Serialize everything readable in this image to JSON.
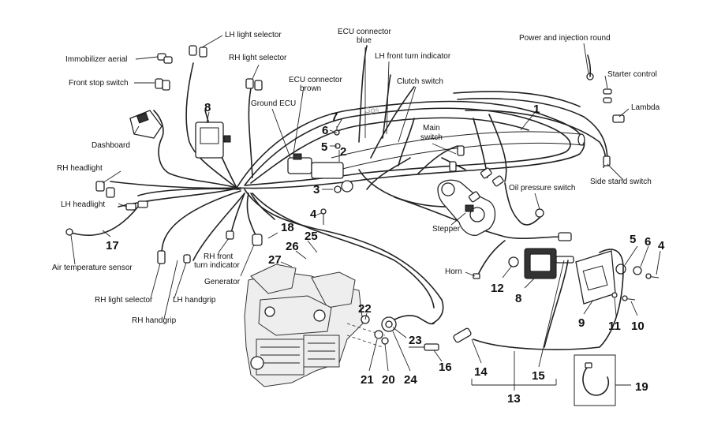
{
  "labels": {
    "lh_light_selector": "LH light selector",
    "immobilizer_aerial": "Immobilizer aerial",
    "rh_light_selector_top": "RH light selector",
    "front_stop_switch": "Front stop switch",
    "ecu_connector_blue_1": "ECU connector",
    "ecu_connector_blue_2": "blue",
    "lh_front_turn_indicator": "LH front turn indicator",
    "ecu_connector_brown_1": "ECU connector",
    "ecu_connector_brown_2": "brown",
    "ground_ecu": "Ground ECU",
    "clutch_switch": "Clutch switch",
    "gps": "Gps",
    "power_injection_round": "Power and injection round",
    "starter_control": "Starter control",
    "lambda": "Lambda",
    "dashboard": "Dashboard",
    "main_switch_1": "Main",
    "main_switch_2": "switch",
    "rh_headlight": "RH headlight",
    "lh_headlight": "LH headlight",
    "side_stand_switch": "Side stand switch",
    "oil_pressure_switch": "Oil pressure switch",
    "stepper": "Stepper",
    "air_temperature_sensor": "Air temperature sensor",
    "rh_front_turn_indicator_1": "RH front",
    "rh_front_turn_indicator_2": "turn indicator",
    "generator": "Generator",
    "horn": "Horn",
    "rh_light_selector_bottom": "RH light selector",
    "lh_handgrip": "LH handgrip",
    "rh_handgrip": "RH handgrip"
  },
  "part_numbers": [
    "1",
    "2",
    "3",
    "4",
    "5",
    "6",
    "7",
    "8",
    "17",
    "18",
    "25",
    "26",
    "27",
    "5",
    "6",
    "4",
    "8",
    "12",
    "9",
    "11",
    "10",
    "22",
    "23",
    "21",
    "20",
    "24",
    "16",
    "14",
    "15",
    "13",
    "19"
  ]
}
